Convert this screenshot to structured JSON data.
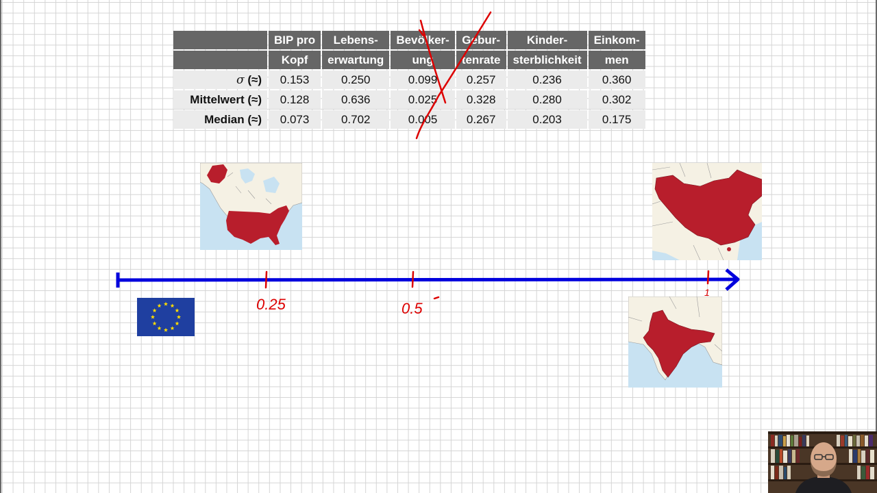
{
  "table": {
    "headers": [
      [
        "BIP pro",
        "Kopf"
      ],
      [
        "Lebens-",
        "erwartung"
      ],
      [
        "Bevölker-",
        "ung"
      ],
      [
        "Gebur-",
        "tenrate"
      ],
      [
        "Kinder-",
        "sterblichkeit"
      ],
      [
        "Einkom-",
        "men"
      ]
    ],
    "rows": [
      {
        "symbol": "σ",
        "label": " (≈)",
        "values": [
          "0.153",
          "0.250",
          "0.099",
          "0.257",
          "0.236",
          "0.360"
        ]
      },
      {
        "symbol": "",
        "label": "Mittelwert (≈)",
        "values": [
          "0.128",
          "0.636",
          "0.025",
          "0.328",
          "0.280",
          "0.302"
        ]
      },
      {
        "symbol": "",
        "label": "Median (≈)",
        "values": [
          "0.073",
          "0.702",
          "0.005",
          "0.267",
          "0.203",
          "0.175"
        ]
      }
    ],
    "crossed_out_column": "Bevölker-ung"
  },
  "number_line": {
    "color": "#0000dd",
    "annotation_color": "#dd0000",
    "ticks": [
      {
        "value": 0.25,
        "label": "0.25"
      },
      {
        "value": 0.5,
        "label": "0.5"
      },
      {
        "value": 1,
        "label": "1"
      }
    ]
  },
  "images": {
    "usa_map": "map-usa-highlighted",
    "china_map": "map-china-highlighted",
    "india_map": "map-india-highlighted",
    "eu_flag": "flag-european-union",
    "webcam": "presenter-webcam"
  },
  "colors": {
    "highlight_country": "#b81e2c",
    "water": "#c8e2f2",
    "land": "#f5f1e4",
    "eu_blue": "#1f3fa0",
    "eu_star": "#ffdd00"
  }
}
